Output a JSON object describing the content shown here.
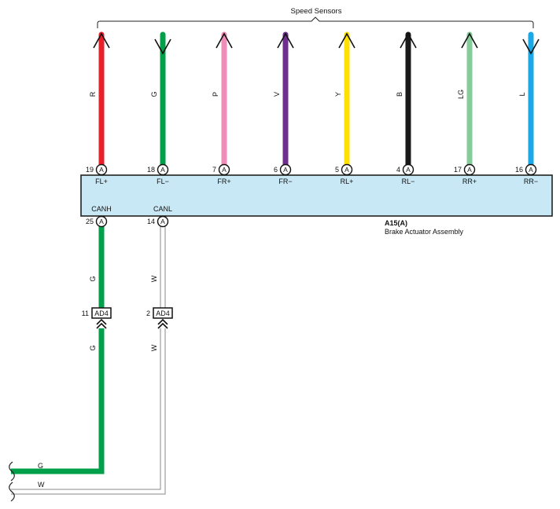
{
  "header": {
    "title": "Speed Sensors"
  },
  "component": {
    "code": "A15(A)",
    "name": "Brake Actuator Assembly",
    "fill": "#c9e8f5"
  },
  "connector_letter": "A",
  "sensor_wires": [
    {
      "pin": "19",
      "signal": "FL+",
      "color_code": "R",
      "color": "#e8202a",
      "arrow": "up"
    },
    {
      "pin": "18",
      "signal": "FL−",
      "color_code": "G",
      "color": "#00a04a",
      "arrow": "down"
    },
    {
      "pin": "7",
      "signal": "FR+",
      "color_code": "P",
      "color": "#f08cb8",
      "arrow": "up"
    },
    {
      "pin": "6",
      "signal": "FR−",
      "color_code": "V",
      "color": "#6f2f8f",
      "arrow": "up"
    },
    {
      "pin": "5",
      "signal": "RL+",
      "color_code": "Y",
      "color": "#ffe000",
      "arrow": "up"
    },
    {
      "pin": "4",
      "signal": "RL−",
      "color_code": "B",
      "color": "#1a1a1a",
      "arrow": "up"
    },
    {
      "pin": "17",
      "signal": "RR+",
      "color_code": "LG",
      "color": "#86cc9a",
      "arrow": "up"
    },
    {
      "pin": "16",
      "signal": "RR−",
      "color_code": "L",
      "color": "#1ba8e6",
      "arrow": "down"
    }
  ],
  "can_wires": [
    {
      "pin": "25",
      "signal": "CANH",
      "color_code": "G",
      "color": "#00a04a",
      "junction_pin": "11",
      "junction": "AD4"
    },
    {
      "pin": "14",
      "signal": "CANL",
      "color_code": "W",
      "color": "#ffffff",
      "junction_pin": "2",
      "junction": "AD4"
    }
  ],
  "bottom_labels": {
    "upper": "G",
    "lower": "W"
  }
}
